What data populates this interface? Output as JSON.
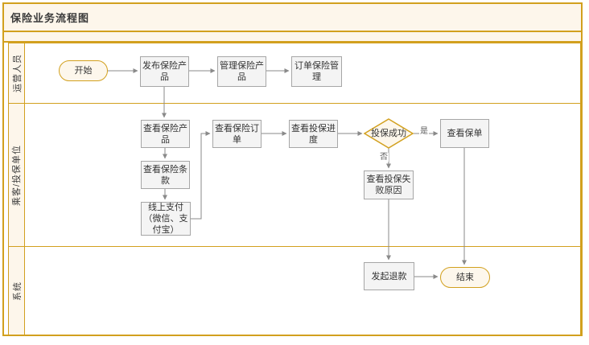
{
  "title": "保险业务流程图",
  "lanes": [
    {
      "label": "运营人员"
    },
    {
      "label": "乘客/投保单位"
    },
    {
      "label": "系统"
    }
  ],
  "nodes": {
    "start": "开始",
    "publish_product": "发布保险产品",
    "manage_product": "管理保险产品",
    "order_insurance_mgmt": "订单保险管理",
    "view_product": "查看保险产品",
    "view_terms": "查看保险条款",
    "online_payment": "线上支付（微信、支付宝）",
    "view_order": "查看保险订单",
    "view_progress": "查看投保进度",
    "decision_success": "投保成功",
    "view_policy": "查看保单",
    "view_fail_reason": "查看投保失败原因",
    "initiate_refund": "发起退款",
    "end": "结束"
  },
  "edge_labels": {
    "yes": "是",
    "no": "否"
  },
  "colors": {
    "gold": "#D2A01E",
    "cream": "#FDF6EB",
    "box_fill": "#F4F4F4",
    "box_border": "#A6A6A6",
    "connector": "#8A8A8A",
    "text": "#333333"
  }
}
